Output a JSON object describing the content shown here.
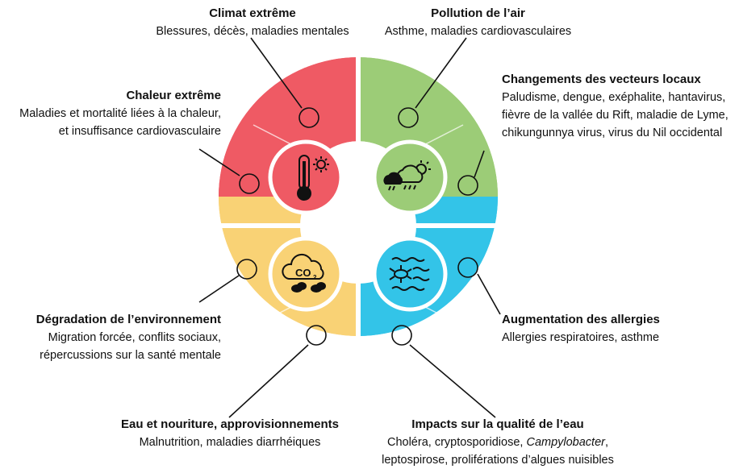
{
  "colors": {
    "red": "#ef5a64",
    "green": "#9ccc77",
    "yellow": "#f9d275",
    "blue": "#33c4e8",
    "ink": "#111111"
  },
  "impacts": {
    "climat_extreme": {
      "title": "Climat extrême",
      "desc": "Blessures, décès, maladies mentales"
    },
    "pollution_air": {
      "title": "Pollution de l’air",
      "desc": "Asthme, maladies cardiovasculaires"
    },
    "chaleur_extreme": {
      "title": "Chaleur extrême",
      "desc_1": "Maladies et mortalité liées à la chaleur,",
      "desc_2": "et insuffisance cardiovasculaire"
    },
    "vecteurs_locaux": {
      "title": "Changements des vecteurs locaux",
      "desc_1": "Paludisme, dengue, exéphalite, hantavirus,",
      "desc_2": "fièvre de la vallée du Rift, maladie de Lyme,",
      "desc_3": "chikungunnya virus, virus du Nil occidental"
    },
    "degradation_env": {
      "title": "Dégradation de l’environnement",
      "desc_1": "Migration forcée, conflits sociaux,",
      "desc_2": "répercussions sur la santé mentale"
    },
    "allergies": {
      "title": "Augmentation des allergies",
      "desc": "Allergies respiratoires, asthme"
    },
    "eau_nourriture": {
      "title": "Eau et nouriture, approvisionnements",
      "desc": "Malnutrition, maladies diarrhéiques"
    },
    "qualite_eau": {
      "title": "Impacts sur la qualité de l’eau",
      "desc_1a": "Choléra, cryptosporidiose, ",
      "desc_1b": "Campylobacter",
      "desc_1c": ",",
      "desc_2": "leptospirose, proliférations d’algues nuisibles"
    }
  },
  "icons": {
    "red": "thermometer-sun-icon",
    "green": "storm-cloud-sun-icon",
    "yellow": "co2-cloud-icon",
    "blue": "waves-bacteria-icon"
  },
  "co2_text": "CO",
  "co2_sub": "2"
}
